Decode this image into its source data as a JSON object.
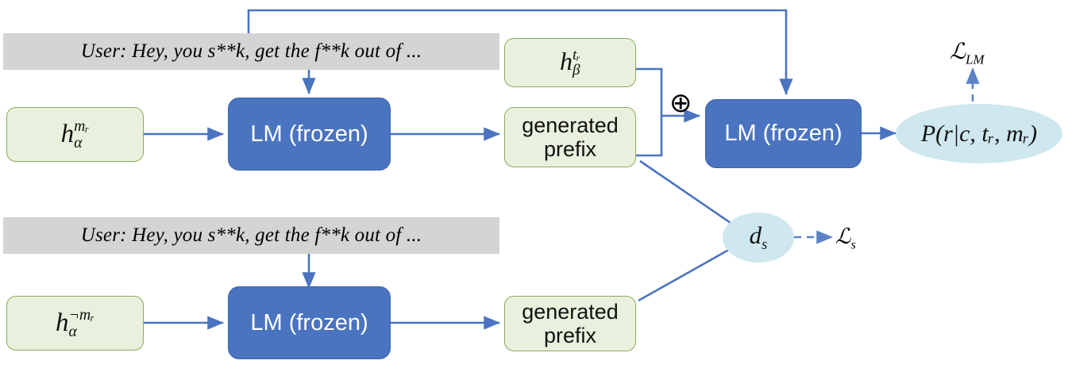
{
  "diagram": {
    "title": "Dual-branch frozen LM prefix generation with LM and steering losses",
    "colors": {
      "blue_box": "#4a74bf",
      "green_box_fill": "#e9f1de",
      "green_box_border": "#8aab58",
      "gray_bar": "#d4d4d4",
      "ellipse_fill": "#cfe7ef",
      "edge": "#4a74bf",
      "text_dark": "#111111",
      "text_light": "#ffffff"
    }
  },
  "prompts": {
    "top_user_text": "User: Hey, you s**k, get the f**k out of ...",
    "bottom_user_text": "User: Hey, you s**k, get the f**k out of ..."
  },
  "nodes": {
    "h_alpha_mr": {
      "base": "h",
      "sub": "α",
      "sup": "mᵣ"
    },
    "h_beta_tr": {
      "base": "h",
      "sub": "β",
      "sup": "tᵣ"
    },
    "h_alpha_not_mr": {
      "base": "h",
      "sub": "α",
      "sup": "¬mᵣ"
    },
    "lm_top": "LM (frozen)",
    "lm_right": "LM (frozen)",
    "lm_bottom": "LM (frozen)",
    "generated_prefix_top": "generated\nprefix",
    "generated_prefix_top_line1": "generated",
    "generated_prefix_top_line2": "prefix",
    "generated_prefix_bottom_line1": "generated",
    "generated_prefix_bottom_line2": "prefix",
    "probability": "P(r|c, tᵣ, mᵣ)",
    "distance": {
      "base": "d",
      "sub": "s"
    },
    "merge_operator": "⊕"
  },
  "losses": {
    "lm_loss": {
      "symbol": "ℒ",
      "sub": "LM"
    },
    "steer_loss": {
      "symbol": "ℒ",
      "sub": "s"
    }
  },
  "edges": [
    {
      "from": "h_alpha_mr",
      "to": "lm_top",
      "style": "solid"
    },
    {
      "from": "top_user_text",
      "to": "lm_top",
      "style": "solid"
    },
    {
      "from": "lm_top",
      "to": "generated_prefix_top",
      "style": "solid"
    },
    {
      "from": "top_user_text",
      "to": "lm_right",
      "style": "solid",
      "routing": "over-the-top"
    },
    {
      "from": "h_beta_tr",
      "to": "merge_operator",
      "style": "solid"
    },
    {
      "from": "generated_prefix_top",
      "to": "merge_operator",
      "style": "solid"
    },
    {
      "from": "merge_operator",
      "to": "lm_right",
      "style": "solid"
    },
    {
      "from": "lm_right",
      "to": "probability",
      "style": "solid"
    },
    {
      "from": "probability",
      "to": "lm_loss",
      "style": "dashed"
    },
    {
      "from": "generated_prefix_top",
      "to": "distance",
      "style": "solid"
    },
    {
      "from": "generated_prefix_bottom",
      "to": "distance",
      "style": "solid"
    },
    {
      "from": "distance",
      "to": "steer_loss",
      "style": "dashed"
    },
    {
      "from": "h_alpha_not_mr",
      "to": "lm_bottom",
      "style": "solid"
    },
    {
      "from": "bottom_user_text",
      "to": "lm_bottom",
      "style": "solid"
    },
    {
      "from": "lm_bottom",
      "to": "generated_prefix_bottom",
      "style": "solid"
    }
  ]
}
